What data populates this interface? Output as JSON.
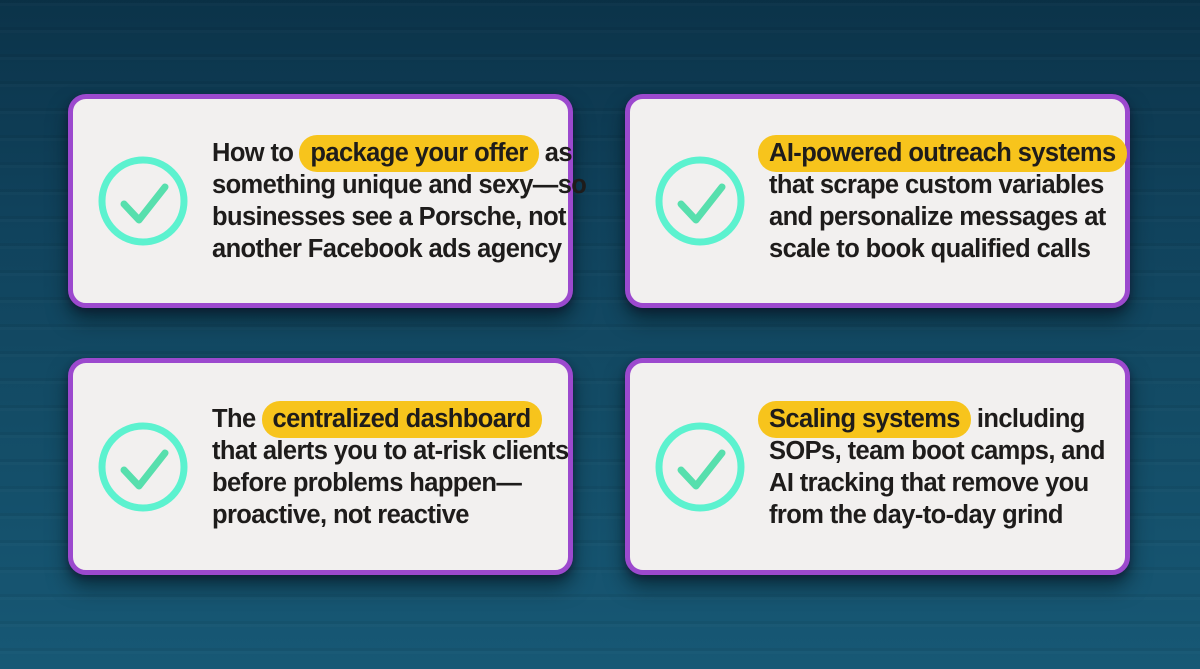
{
  "colors": {
    "page-bg-top": "#0B3349",
    "page-bg-bottom": "#175875",
    "card-bg": "#F2F0EF",
    "card-border": "#9C49CE",
    "highlight": "#F7C41C",
    "text": "#1E1C1B",
    "ring": "#5CF2CF",
    "check": "#57DFAD"
  },
  "cards": [
    {
      "icon": "check-circle",
      "highlighted_phrase": "package your offer",
      "full_text": "How to package your offer as something unique and sexy—so businesses see a Porsche, not another Facebook ads agency",
      "lines": [
        [
          {
            "text": "How to",
            "highlight": false
          },
          {
            "text": "package your offer",
            "highlight": true
          },
          {
            "text": "as",
            "highlight": false
          }
        ],
        [
          {
            "text": "something unique and sexy—so",
            "highlight": false
          }
        ],
        [
          {
            "text": "businesses see a Porsche, not",
            "highlight": false
          }
        ],
        [
          {
            "text": "another Facebook ads agency",
            "highlight": false
          }
        ]
      ]
    },
    {
      "icon": "check-circle",
      "highlighted_phrase": "AI-powered outreach systems",
      "full_text": "AI-powered outreach systems that scrape custom variables and personalize messages at scale to book qualified calls",
      "lines": [
        [
          {
            "text": "AI-powered outreach systems",
            "highlight": true
          }
        ],
        [
          {
            "text": "that scrape custom variables",
            "highlight": false
          }
        ],
        [
          {
            "text": "and personalize messages at",
            "highlight": false
          }
        ],
        [
          {
            "text": "scale to book qualified calls",
            "highlight": false
          }
        ]
      ]
    },
    {
      "icon": "check-circle",
      "highlighted_phrase": "centralized dashboard",
      "full_text": "The centralized dashboard that alerts you to at-risk clients before problems happen—proactive, not reactive",
      "lines": [
        [
          {
            "text": "The",
            "highlight": false
          },
          {
            "text": "centralized dashboard",
            "highlight": true
          }
        ],
        [
          {
            "text": "that alerts you to at-risk clients",
            "highlight": false
          }
        ],
        [
          {
            "text": "before problems happen—",
            "highlight": false
          }
        ],
        [
          {
            "text": "proactive, not reactive",
            "highlight": false
          }
        ]
      ]
    },
    {
      "icon": "check-circle",
      "highlighted_phrase": "Scaling systems",
      "full_text": "Scaling systems including SOPs, team boot camps, and AI tracking that remove you from the day-to-day grind",
      "lines": [
        [
          {
            "text": "Scaling systems",
            "highlight": true
          },
          {
            "text": "including",
            "highlight": false
          }
        ],
        [
          {
            "text": "SOPs, team boot camps, and",
            "highlight": false
          }
        ],
        [
          {
            "text": "AI tracking that remove you",
            "highlight": false
          }
        ],
        [
          {
            "text": "from the day-to-day grind",
            "highlight": false
          }
        ]
      ]
    }
  ]
}
